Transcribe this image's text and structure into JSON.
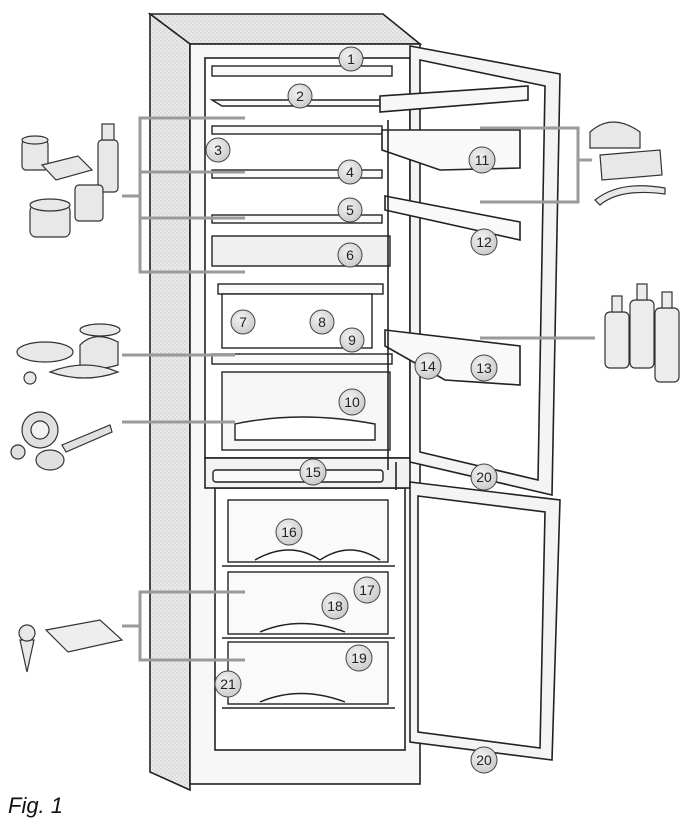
{
  "figure": {
    "caption": "Fig. 1",
    "callouts": [
      "1",
      "2",
      "3",
      "4",
      "5",
      "6",
      "7",
      "8",
      "9",
      "10",
      "11",
      "12",
      "13",
      "14",
      "15",
      "16",
      "17",
      "18",
      "19",
      "20",
      "20",
      "21"
    ]
  }
}
